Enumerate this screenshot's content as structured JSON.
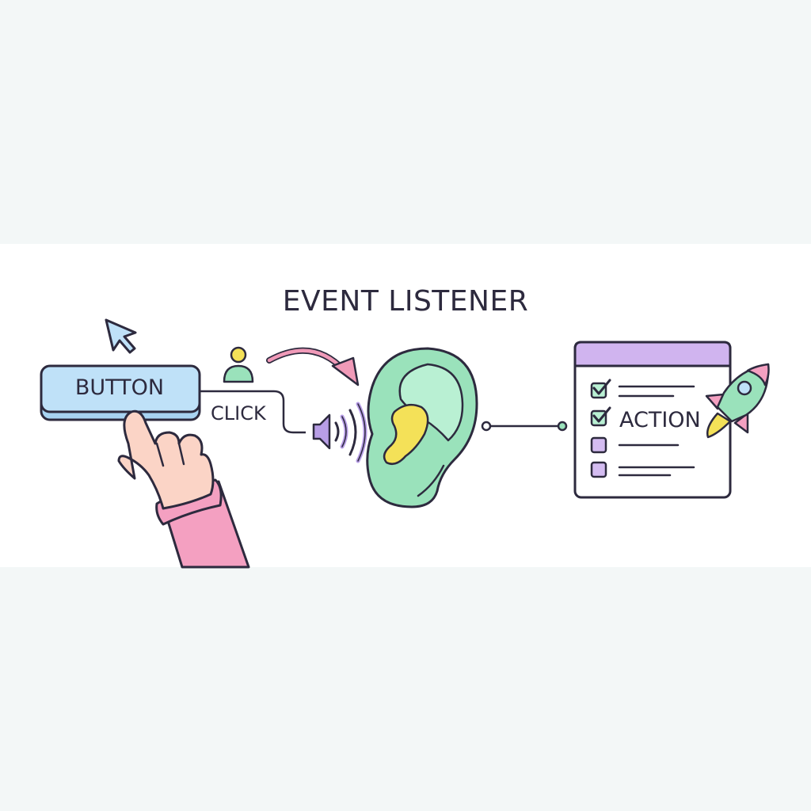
{
  "title": "EVENT LISTENER",
  "button": {
    "label": "BUTTON"
  },
  "event": {
    "label": "CLICK"
  },
  "handler": {
    "label": "ACTION"
  },
  "colors": {
    "ink": "#2d2a3e",
    "button_fill": "#bfe1f8",
    "ear_fill": "#9ae2bb",
    "ear_inner": "#b9f0d3",
    "ear_canal": "#f4e158",
    "arrow": "#f09ab8",
    "sound": "#b89ee6",
    "window_header": "#d0b4ef",
    "check": "#7fd6a8",
    "checkbox_empty": "#d4bcf1",
    "sleeve": "#f4a0c1",
    "skin": "#fbd4c6",
    "rocket_body": "#9ae2bb",
    "rocket_fin": "#f4a0c1",
    "rocket_flame": "#f4e158"
  },
  "icons": [
    "cursor-arrow-icon",
    "user-icon",
    "pointing-hand-icon",
    "speaker-icon",
    "ear-icon",
    "checklist-window-icon",
    "rocket-icon"
  ]
}
